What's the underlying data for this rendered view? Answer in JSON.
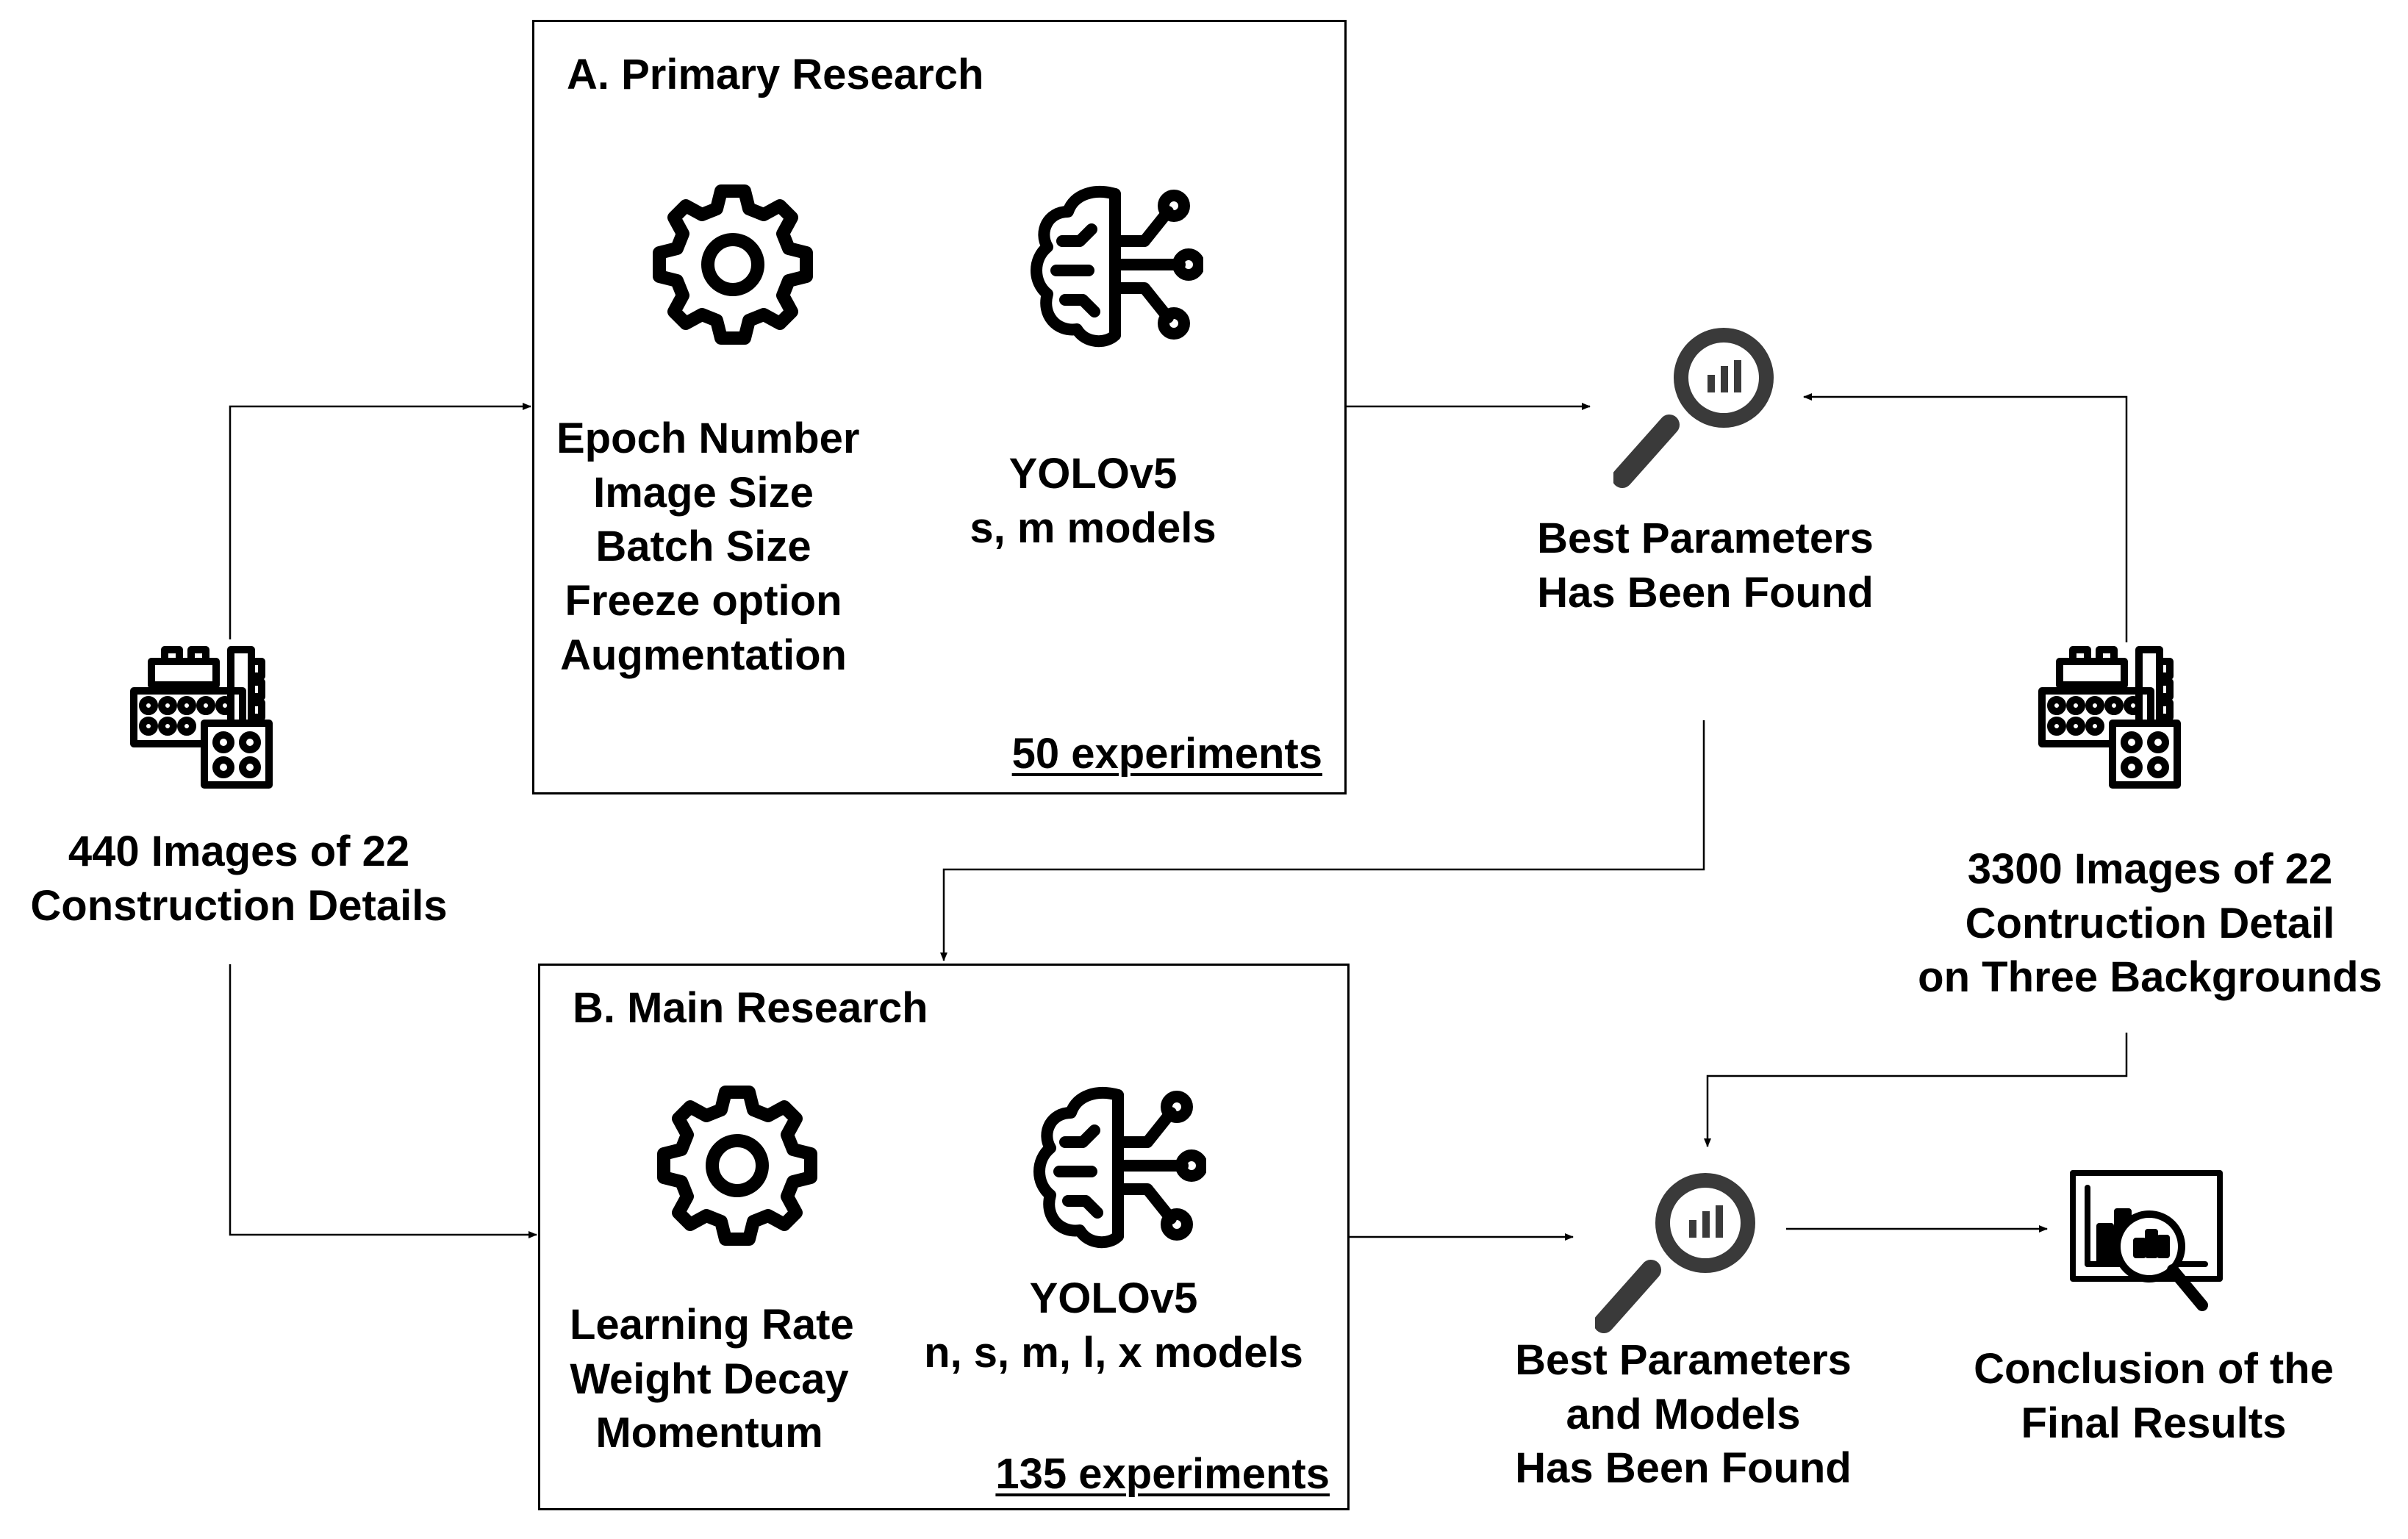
{
  "primary": {
    "title": "A. Primary Research",
    "params": [
      "Epoch Number",
      "Image Size",
      "Batch Size",
      "Freeze option",
      "Augmentation"
    ],
    "model": [
      "YOLOv5",
      "s, m models"
    ],
    "experiments": "50 experiments"
  },
  "main": {
    "title": "B. Main Research",
    "params": [
      "Learning Rate",
      "Weight Decay",
      "Momentum"
    ],
    "model": [
      "YOLOv5",
      "n, s, m, l, x models"
    ],
    "experiments": "135 experiments"
  },
  "dataset_small": [
    "440 Images of 22",
    "Construction Details"
  ],
  "dataset_large": [
    "3300 Images of 22",
    "Contruction Detail",
    "on Three Backgrounds"
  ],
  "best_params": [
    "Best Parameters",
    "Has Been Found"
  ],
  "best_models": [
    "Best Parameters",
    "and Models",
    "Has Been Found"
  ],
  "conclusion": [
    "Conclusion of the",
    "Final Results"
  ],
  "icons": [
    "gear-icon",
    "brain-circuit-icon",
    "magnifier-chart-icon",
    "building-blocks-icon",
    "report-magnifier-icon"
  ]
}
